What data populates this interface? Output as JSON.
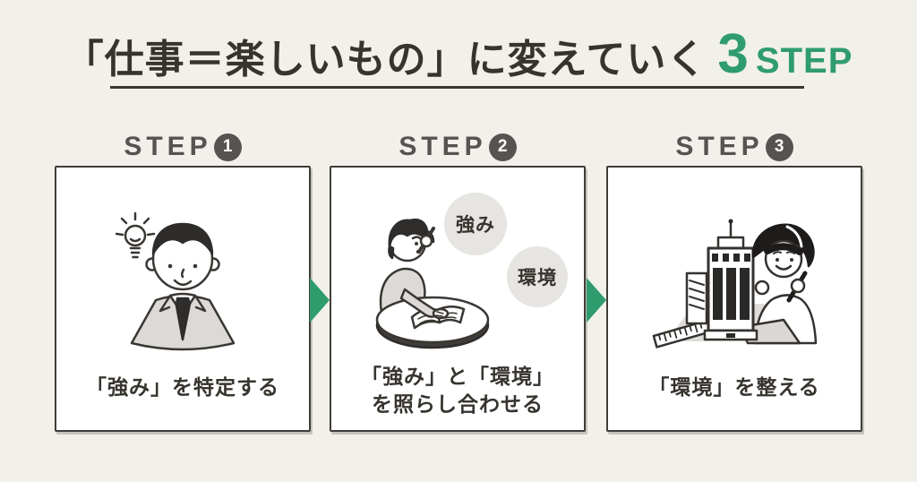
{
  "colors": {
    "page_background": "#f2f0eb",
    "accent_green": "#2f9c6e",
    "title_ink": "#37342f",
    "step_label_gray": "#565350",
    "box_background": "#ffffff",
    "box_border": "#403d39",
    "bubble_gray": "#e6e5e1"
  },
  "header": {
    "title_prefix": "「仕事＝楽しいもの」に変えていく",
    "title_count": "3",
    "title_suffix": "STEP"
  },
  "steps": [
    {
      "label": "STEP",
      "number": "1",
      "caption_line1": "「強み」を特定する",
      "illustration": "businessman-with-lightbulb"
    },
    {
      "label": "STEP",
      "number": "2",
      "caption_line1": "「強み」と「環境」",
      "caption_line2": "を照らし合わせる",
      "bubble1": "強み",
      "bubble2": "環境",
      "illustration": "woman-thinking-at-round-table"
    },
    {
      "label": "STEP",
      "number": "3",
      "caption_line1": "「環境」を整える",
      "illustration": "person-arranging-building-model"
    }
  ]
}
